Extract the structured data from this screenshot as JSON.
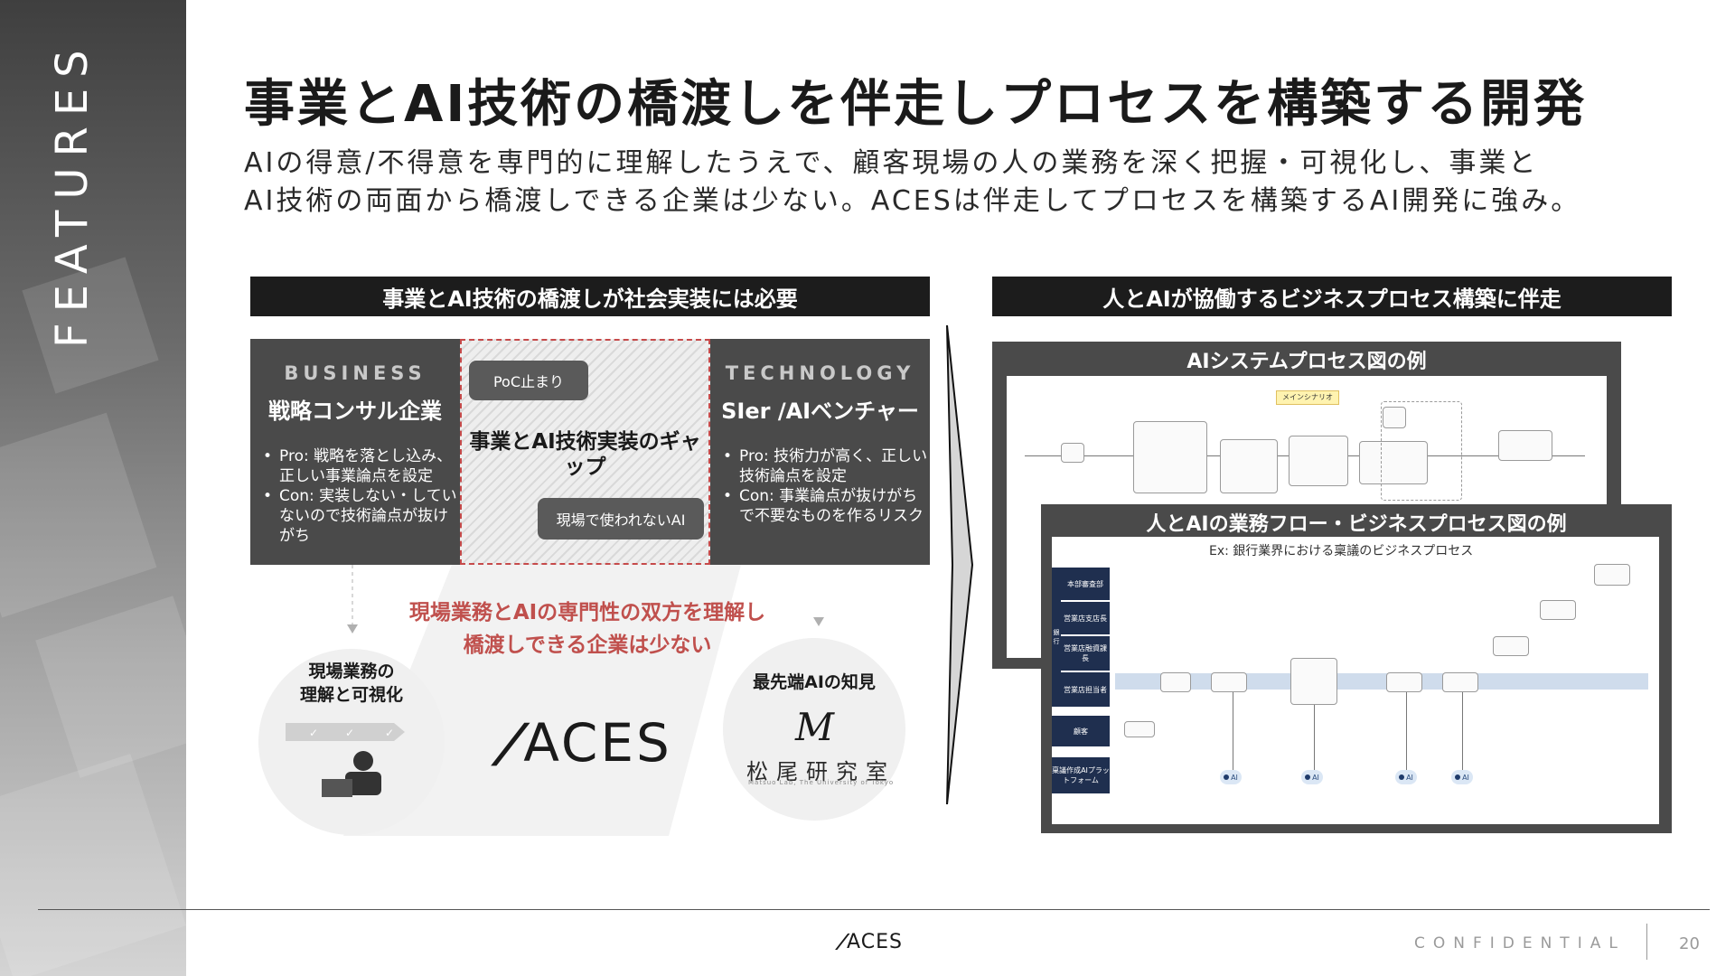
{
  "sidebar": {
    "label": "FEATURES"
  },
  "title": "事業とAI技術の橋渡しを伴走しプロセスを構築する開発",
  "lead": {
    "line1": "AIの得意/不得意を専門的に理解したうえで、顧客現場の人の業務を深く把握・可視化し、事業と",
    "line2": "AI技術の両面から橋渡しできる企業は少ない。ACESは伴走してプロセスを構築するAI開発に強み。"
  },
  "left": {
    "header": "事業とAI技術の橋渡しが社会実装には必要",
    "business": {
      "eyebrow": "BUSINESS",
      "title": "戦略コンサル企業",
      "bullets": [
        "Pro: 戦略を落とし込み、正しい事業論点を設定",
        "Con: 実装しない・していないので技術論点が抜けがち"
      ]
    },
    "gap": {
      "tag": "PoC止まり",
      "title": "事業とAI技術実装のギャップ",
      "tag2": "現場で使われないAI"
    },
    "technology": {
      "eyebrow": "TECHNOLOGY",
      "title": "SIer /AIベンチャー",
      "bullets": [
        "Pro: 技術力が高く、正しい技術論点を設定",
        "Con: 事業論点が抜けがちで不要なものを作るリスク"
      ]
    },
    "note_line1": "現場業務とAIの専門性の双方を理解し",
    "note_line2": "橋渡しできる企業は少ない",
    "circle_left_line1": "現場業務の",
    "circle_left_line2": "理解と可視化",
    "circle_right_label": "最先端AIの知見",
    "aces_logo_text": "ACES",
    "matsuo_mark": "M",
    "matsuo_jp": "松尾研究室",
    "matsuo_en": "Matsuo Lab, The University of Tokyo"
  },
  "right": {
    "header": "人とAIが協働するビジネスプロセス構築に伴走",
    "system_caption": "AIシステムプロセス図の例",
    "system_scenario": "メインシナリオ",
    "flow_caption": "人とAIの業務フロー・ビジネスプロセス図の例",
    "flow_subtitle": "Ex: 銀行業界における稟議のビジネスプロセス",
    "lanes": [
      "本部審査部",
      "営業店支店長",
      "営業店融資課長",
      "営業店担当者",
      "顧客",
      "稟議作成AIプラットフォーム"
    ],
    "bank_label": "銀行",
    "ai_label": "AI"
  },
  "footer": {
    "logo": "ACES",
    "confidential": "CONFIDENTIAL",
    "page": "20"
  },
  "colors": {
    "dark": "#4a4a4a",
    "accent_red": "#c0504d",
    "navy": "#1f2f4f"
  }
}
